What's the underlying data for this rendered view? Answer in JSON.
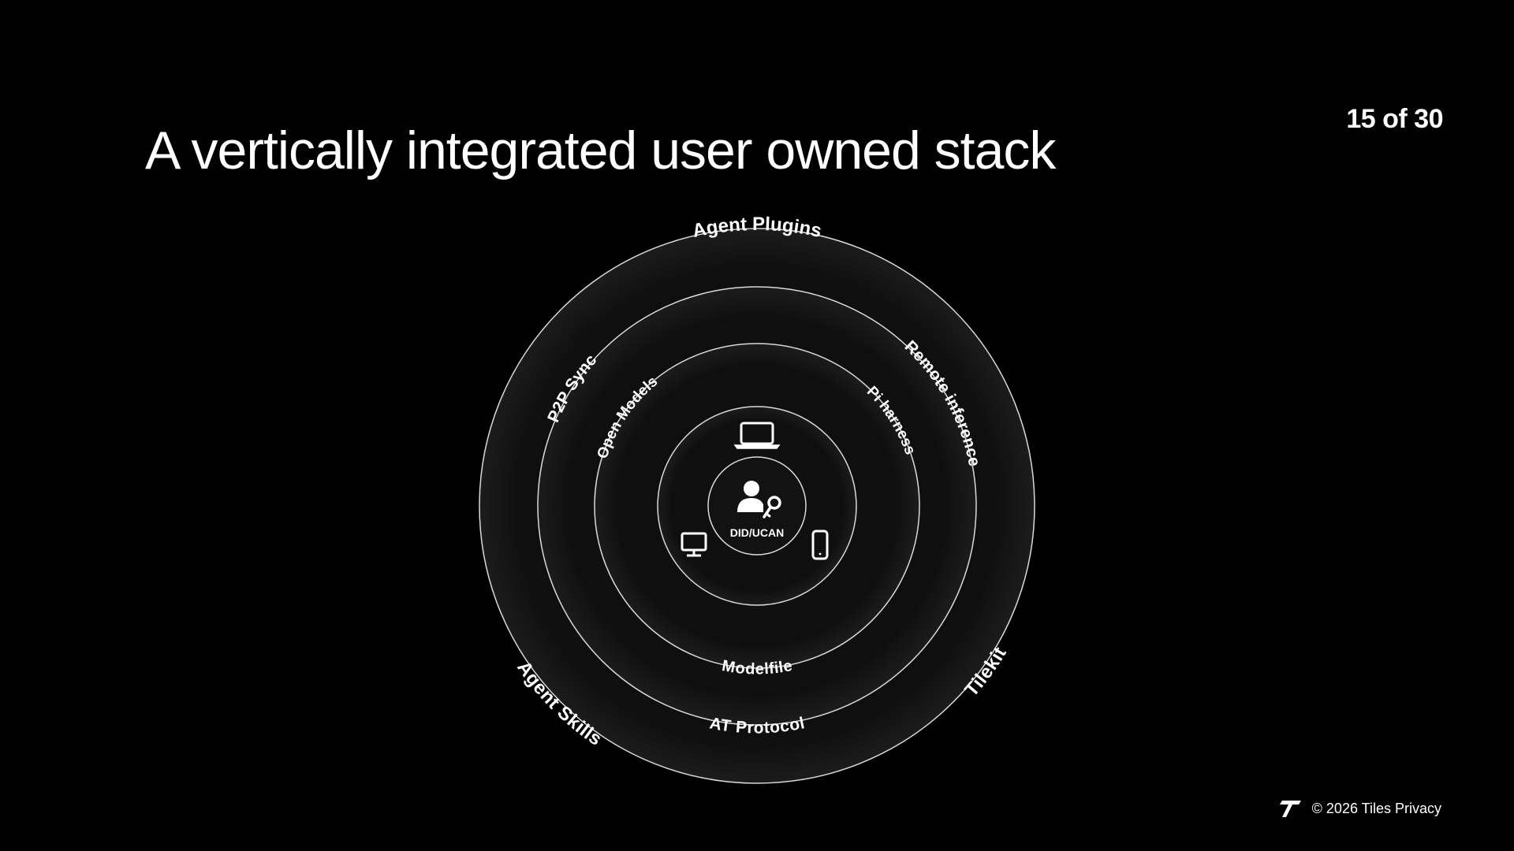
{
  "slide": {
    "title": "A vertically integrated user owned stack",
    "page_counter": "15 of 30",
    "footer_text": "© 2026 Tiles Privacy"
  },
  "diagram": {
    "center": {
      "label": "DID/UCAN",
      "icon": "user-key-icon"
    },
    "devices": [
      {
        "name": "laptop-icon"
      },
      {
        "name": "desktop-monitor-icon"
      },
      {
        "name": "smartphone-icon"
      }
    ],
    "rings": [
      {
        "name": "ring-2",
        "labels": [
          "Open Models",
          "Pi harness",
          "Modelfile"
        ]
      },
      {
        "name": "ring-3",
        "labels": [
          "P2P Sync",
          "Remote inference",
          "AT Protocol"
        ]
      },
      {
        "name": "ring-4",
        "labels": [
          "Agent Plugins",
          "Agent Skills",
          "Tilekit"
        ]
      }
    ]
  },
  "colors": {
    "background": "#000000",
    "ring_fill": "#101010",
    "ring_stroke": "#d9d9d9",
    "text": "#ffffff"
  }
}
